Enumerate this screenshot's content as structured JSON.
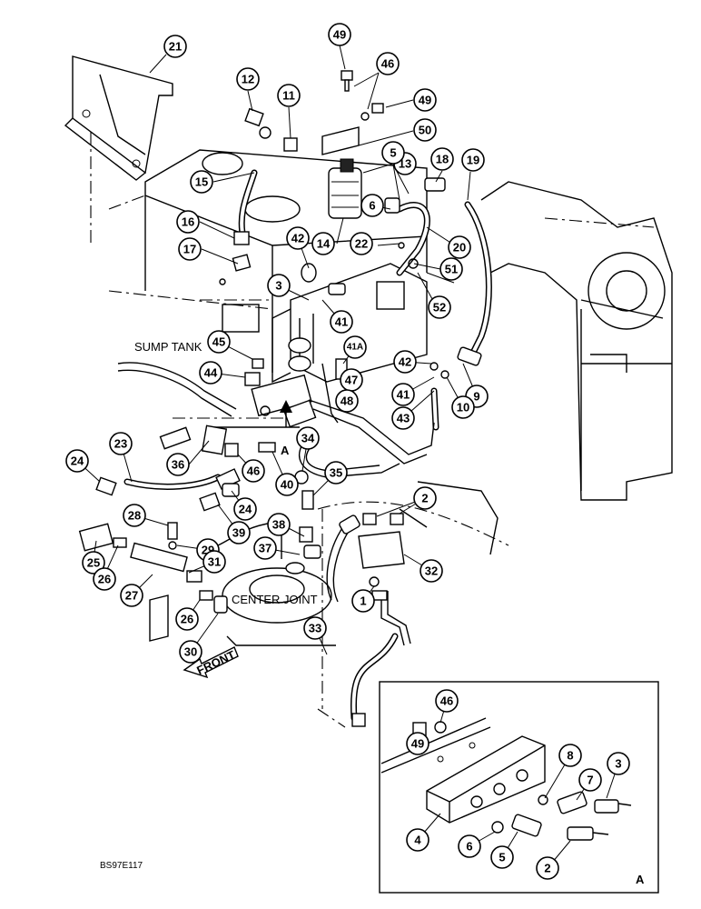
{
  "labels": {
    "sump_tank": "SUMP TANK",
    "center_joint": "CENTER JOINT",
    "front": "FRONT",
    "view_a_marker": "A",
    "view_a_inset": "A",
    "figure_code": "BS97E117"
  },
  "callouts": [
    "21",
    "49",
    "46",
    "49",
    "12",
    "11",
    "50",
    "13",
    "5",
    "18",
    "19",
    "15",
    "6",
    "16",
    "17",
    "42",
    "22",
    "20",
    "14",
    "51",
    "3",
    "52",
    "41",
    "41A",
    "42",
    "9",
    "45",
    "44",
    "47",
    "41",
    "10",
    "48",
    "43",
    "34",
    "36",
    "24",
    "23",
    "46",
    "40",
    "35",
    "24",
    "2",
    "28",
    "39",
    "38",
    "25",
    "29",
    "37",
    "31",
    "32",
    "26",
    "27",
    "1",
    "26",
    "30",
    "33",
    "46",
    "49",
    "8",
    "3",
    "7",
    "4",
    "6",
    "5",
    "2"
  ]
}
